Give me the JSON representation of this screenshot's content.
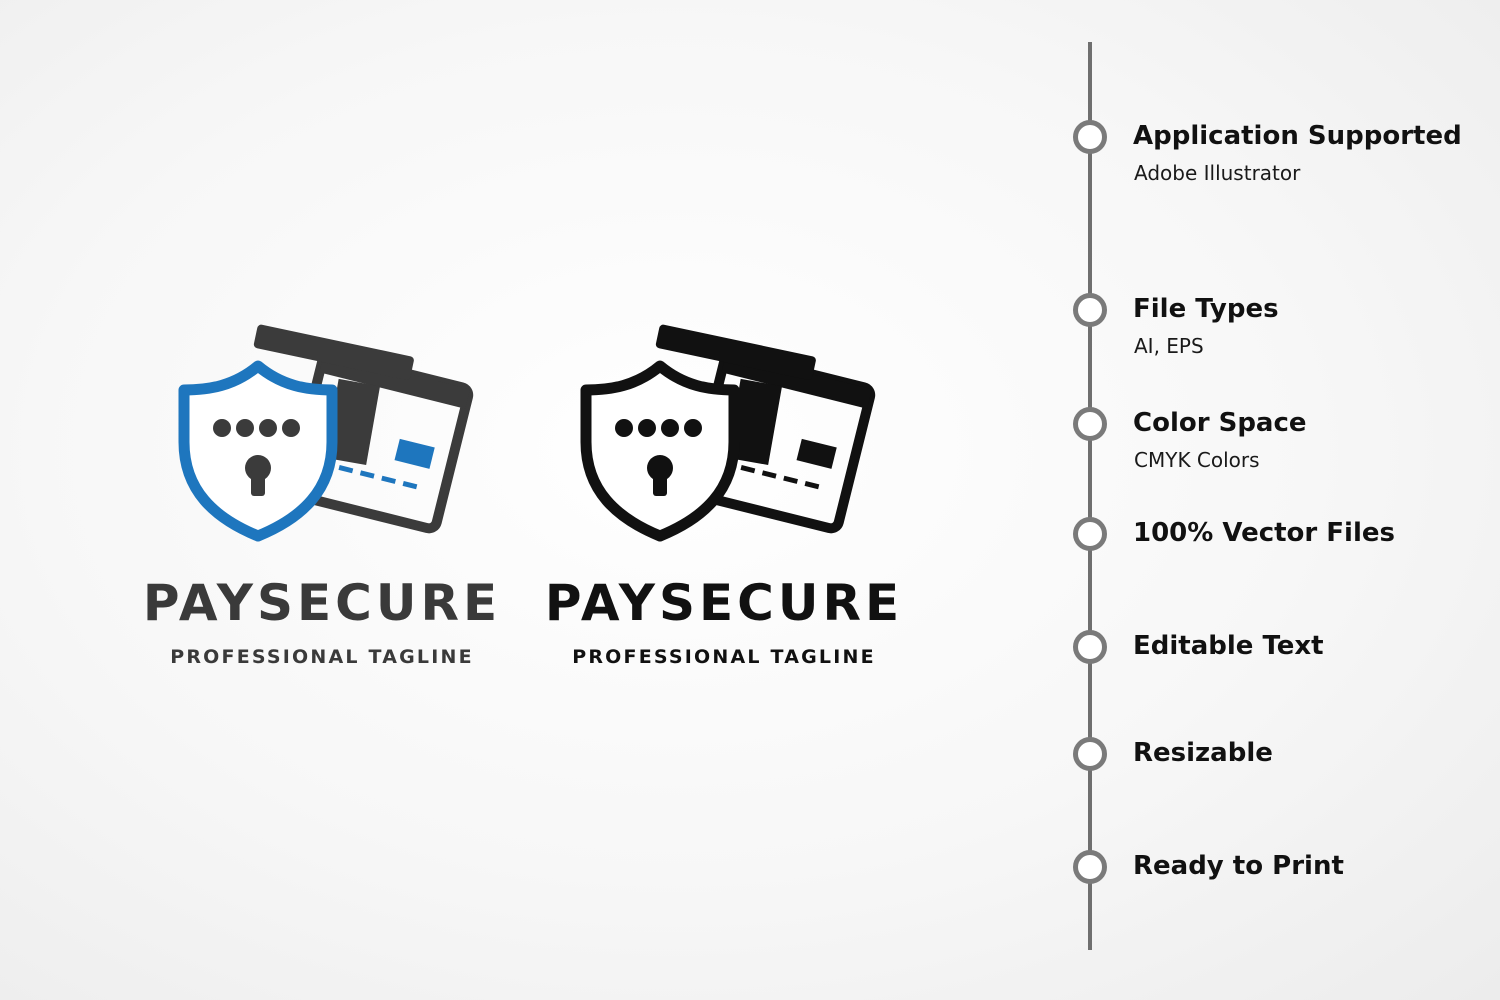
{
  "logos": [
    {
      "variant": "color",
      "brand": "PAYSECURE",
      "tagline": "PROFESSIONAL TAGLINE",
      "shield_color": "#1e76be",
      "card_color": "#3b3b3b",
      "chip_color": "#1e76be"
    },
    {
      "variant": "mono",
      "brand": "PAYSECURE",
      "tagline": "PROFESSIONAL TAGLINE",
      "shield_color": "#111111",
      "card_color": "#111111",
      "chip_color": "#111111"
    }
  ],
  "features": [
    {
      "title": "Application Supported",
      "subtitle": "Adobe Illustrator"
    },
    {
      "title": "File Types",
      "subtitle": "AI, EPS"
    },
    {
      "title": "Color Space",
      "subtitle": "CMYK Colors"
    },
    {
      "title": "100% Vector Files",
      "subtitle": ""
    },
    {
      "title": "Editable Text",
      "subtitle": ""
    },
    {
      "title": "Resizable",
      "subtitle": ""
    },
    {
      "title": "Ready to Print",
      "subtitle": ""
    }
  ],
  "colors": {
    "timeline": "#6f6f6f",
    "node_ring": "#7a7a7a",
    "text": "#111111"
  },
  "icons": [
    "shield-keyhole-icon",
    "credit-card-icon"
  ]
}
